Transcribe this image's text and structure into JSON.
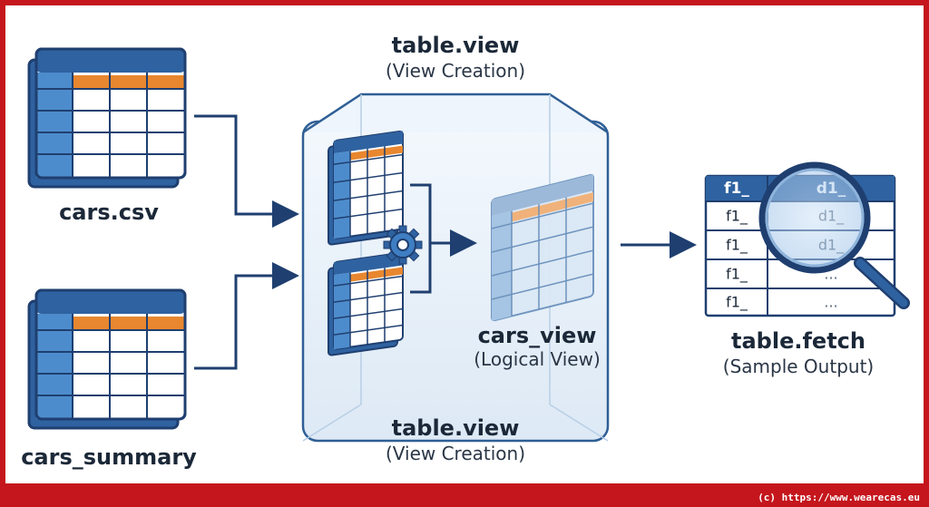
{
  "sources": [
    {
      "label": "cars.csv"
    },
    {
      "label": "cars_summary"
    }
  ],
  "view_top": {
    "title": "table.view",
    "subtitle": "(View Creation)"
  },
  "view_bottom": {
    "title": "table.view",
    "subtitle": "(View Creation)"
  },
  "logical_view": {
    "title": "cars_view",
    "subtitle": "(Logical View)"
  },
  "fetch": {
    "title": "table.fetch",
    "subtitle": "(Sample Output)"
  },
  "fetch_table": {
    "header": [
      "f1_",
      "d1_"
    ],
    "rows": [
      [
        "f1_",
        "d1_"
      ],
      [
        "f1_",
        "d1_"
      ],
      [
        "f1_",
        "..."
      ],
      [
        "f1_",
        "..."
      ]
    ]
  },
  "footer": "(c) https://www.wearecas.eu",
  "colors": {
    "frame": "#c4161c",
    "navy": "#1f3f70",
    "blue": "#3f7ec3",
    "orange": "#e8872f"
  }
}
